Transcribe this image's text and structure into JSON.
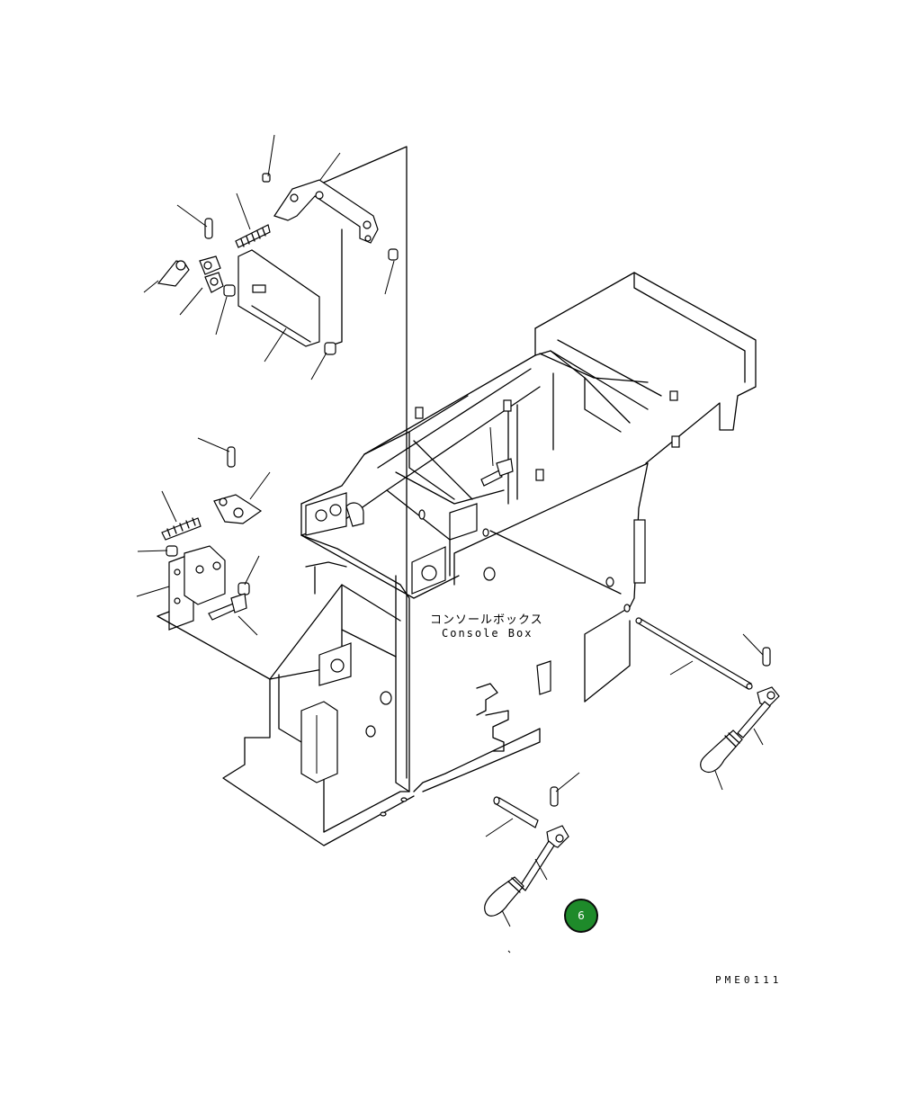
{
  "labels": {
    "console_box_jp": "コンソールボックス",
    "console_box_en": "Console Box",
    "drawing_code": "PME0111"
  },
  "page_badge": {
    "number": "6",
    "color": "#1e8a2a"
  }
}
